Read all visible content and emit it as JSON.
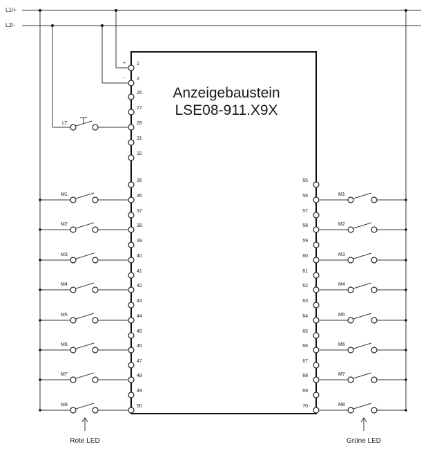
{
  "rails": {
    "l1": "L1/+",
    "l2": "L2/-"
  },
  "module": {
    "title": "Anzeigebaustein",
    "model": "LSE08-911.X9X"
  },
  "supply_terminals": [
    {
      "num": "1",
      "sign": "+"
    },
    {
      "num": "2",
      "sign": "-"
    }
  ],
  "unused_left_terminals": [
    "26",
    "27",
    "28",
    "31",
    "32"
  ],
  "lamp_test": {
    "label": "LT",
    "terminal": "28"
  },
  "left_extra_terminals": [
    "35"
  ],
  "right_extra_terminals": [
    "55"
  ],
  "contacts_left": [
    {
      "label": "M1",
      "terminal": "36",
      "spacer": "37"
    },
    {
      "label": "M2",
      "terminal": "38",
      "spacer": "39"
    },
    {
      "label": "M3",
      "terminal": "40",
      "spacer": "41"
    },
    {
      "label": "M4",
      "terminal": "42",
      "spacer": "43"
    },
    {
      "label": "M5",
      "terminal": "44",
      "spacer": "45"
    },
    {
      "label": "M6",
      "terminal": "46",
      "spacer": "47"
    },
    {
      "label": "M7",
      "terminal": "48",
      "spacer": "49"
    },
    {
      "label": "M8",
      "terminal": "50",
      "spacer": ""
    }
  ],
  "contacts_right": [
    {
      "label": "M1",
      "terminal": "56",
      "spacer": "57"
    },
    {
      "label": "M2",
      "terminal": "58",
      "spacer": "59"
    },
    {
      "label": "M3",
      "terminal": "60",
      "spacer": "61"
    },
    {
      "label": "M4",
      "terminal": "62",
      "spacer": "63"
    },
    {
      "label": "M5",
      "terminal": "64",
      "spacer": "65"
    },
    {
      "label": "M6",
      "terminal": "66",
      "spacer": "67"
    },
    {
      "label": "M7",
      "terminal": "68",
      "spacer": "69"
    },
    {
      "label": "M8",
      "terminal": "70",
      "spacer": ""
    }
  ],
  "captions": {
    "left": "Rote LED",
    "right": "Grüne LED"
  }
}
